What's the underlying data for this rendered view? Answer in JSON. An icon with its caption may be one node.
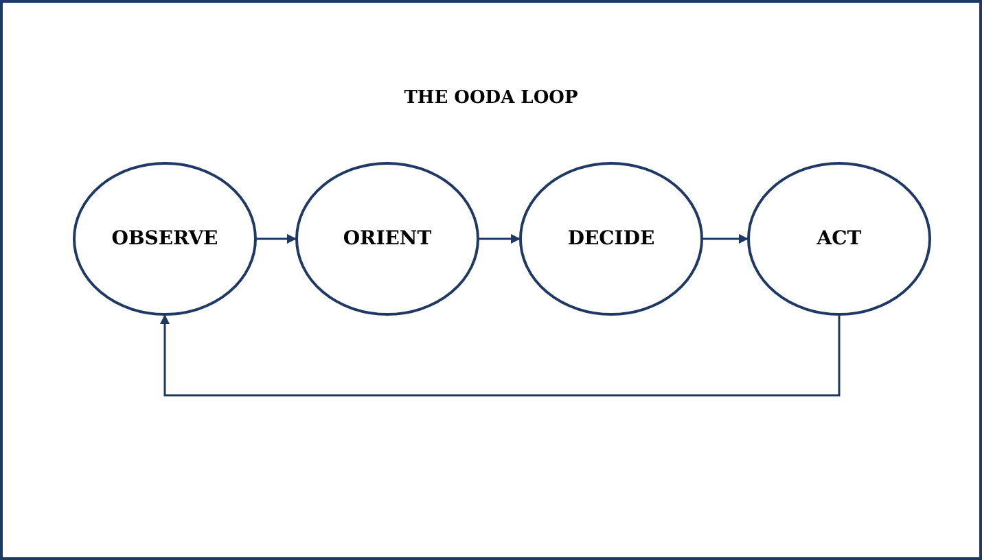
{
  "diagram": {
    "title": "THE OODA LOOP",
    "nodes": [
      {
        "text": [
          "OBSERVE"
        ]
      },
      {
        "text": [
          "ORIENT"
        ]
      },
      {
        "text": [
          "DECIDE"
        ]
      },
      {
        "text": [
          "ACT"
        ]
      }
    ],
    "edges": [
      {
        "from": 0,
        "to": 1,
        "arrow": "to"
      },
      {
        "from": 1,
        "to": 2,
        "arrow": "to"
      },
      {
        "from": 2,
        "to": 3,
        "arrow": "to"
      },
      {
        "from": 3,
        "to": 0,
        "arrow": "to"
      }
    ]
  }
}
